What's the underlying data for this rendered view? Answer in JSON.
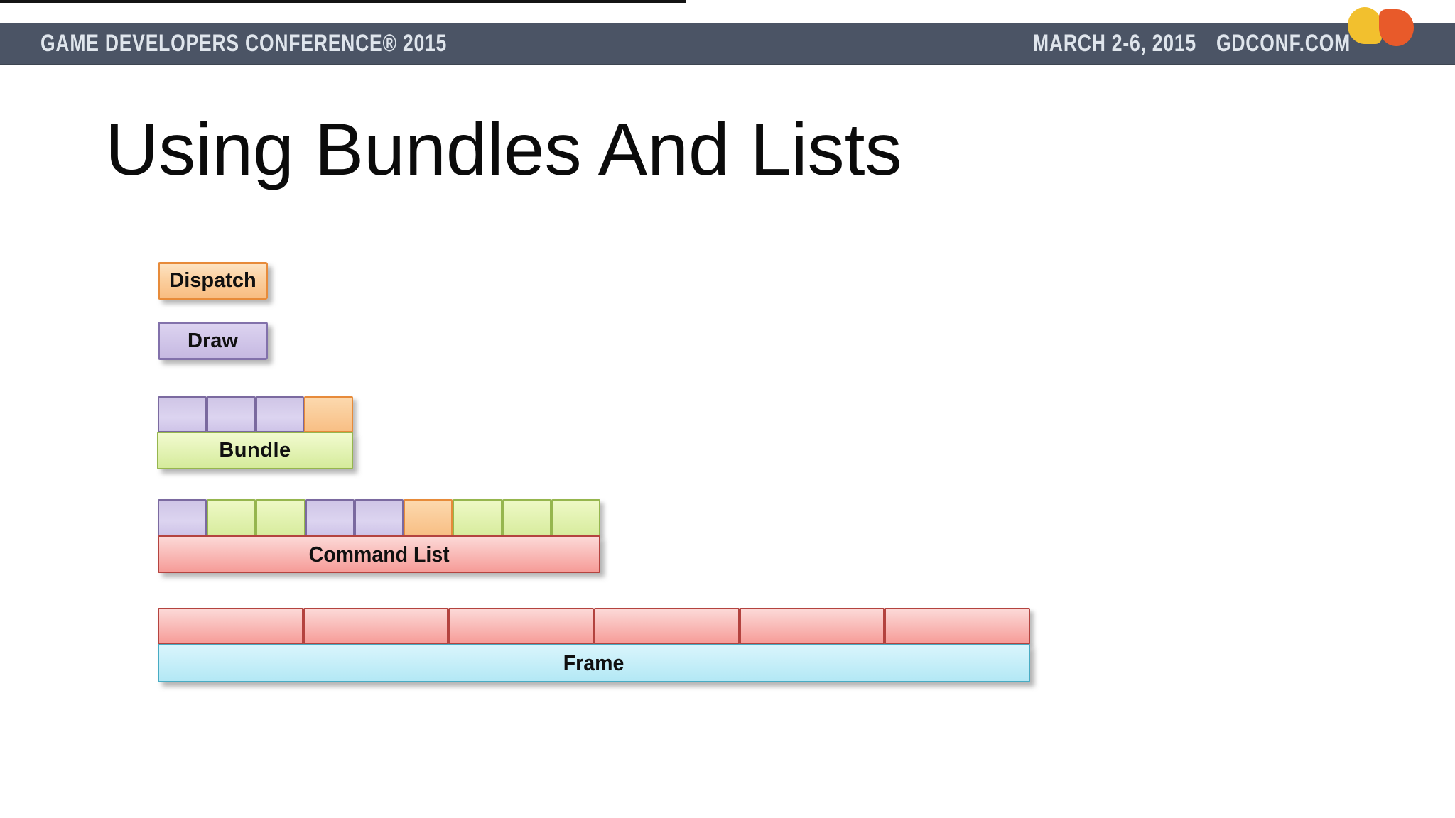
{
  "header": {
    "left_text": "GAME DEVELOPERS CONFERENCE® 2015",
    "right_dates": "MARCH 2-6, 2015",
    "right_site": "GDCONF.COM",
    "bar_color": "#4b5465",
    "text_color": "#dfe5ec",
    "logo": {
      "left_shape": "gdc-logo-yellow-circle",
      "left_color": "#f2c02e",
      "right_shape": "gdc-logo-orange-circle",
      "right_color": "#e85a2a"
    }
  },
  "slide": {
    "title": "Using Bundles And Lists",
    "title_color": "#0b0b0b",
    "background": "#ffffff"
  },
  "diagram": {
    "dispatch": {
      "label": "Dispatch",
      "fill": "orange",
      "border": "#e78b3a"
    },
    "draw": {
      "label": "Draw",
      "fill": "purple",
      "border": "#8271ab"
    },
    "bundle": {
      "label": "Bundle",
      "bar_fill": "green",
      "segments": [
        "purple",
        "purple",
        "purple",
        "orange"
      ]
    },
    "command_list": {
      "label": "Command List",
      "bar_fill": "pink",
      "segments": [
        "purple",
        "green",
        "green",
        "purple",
        "purple",
        "orange",
        "green",
        "green",
        "green"
      ]
    },
    "frame": {
      "label": "Frame",
      "bar_fill": "cyan",
      "segments": [
        "pink",
        "pink",
        "pink",
        "pink",
        "pink",
        "pink"
      ]
    },
    "colors": {
      "purple_fill": "#d2c7e9",
      "purple_border": "#7b6aa0",
      "green_fill": "#e2f3ae",
      "green_border": "#96b64e",
      "orange_fill": "#fbcd9d",
      "orange_border": "#e78b3a",
      "pink_fill": "#f9bab6",
      "pink_border": "#b4433f",
      "cyan_fill": "#c6eef9",
      "cyan_border": "#48abc3"
    }
  }
}
